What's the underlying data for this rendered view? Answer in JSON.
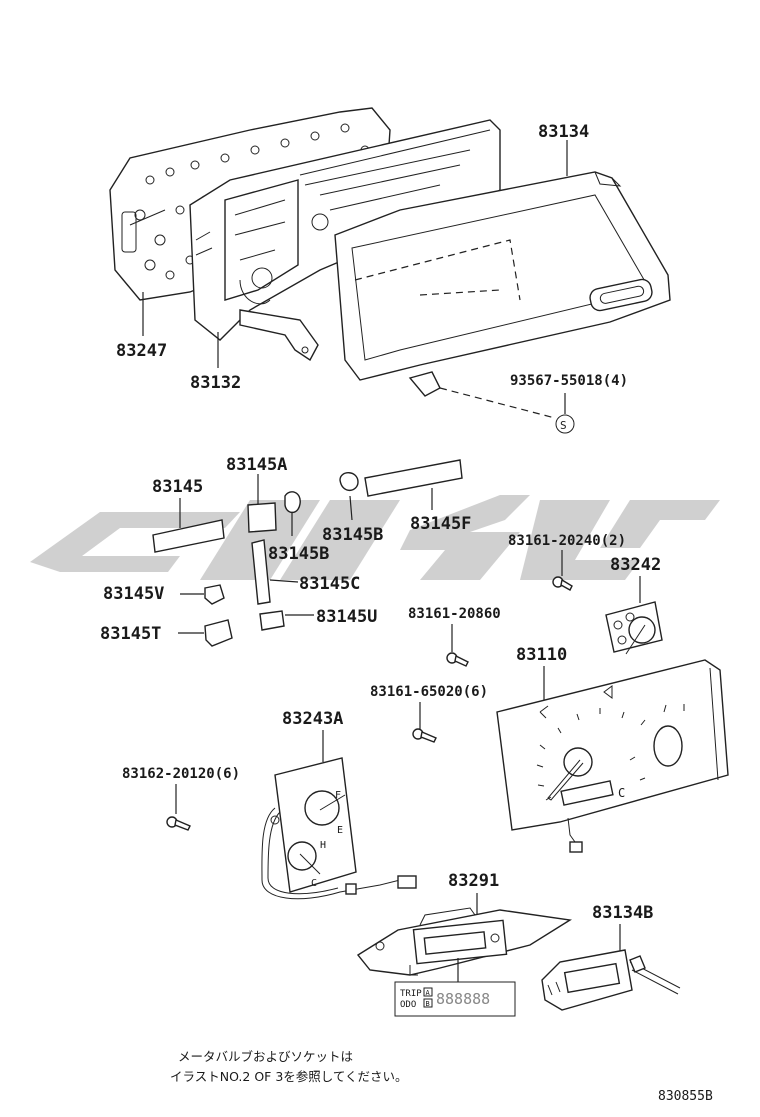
{
  "watermark_color": "#c8c8c8",
  "labels": {
    "p83134": "83134",
    "p83247": "83247",
    "p83132": "83132",
    "p93567": "93567-55018(4)",
    "p83145A": "83145A",
    "p83145": "83145",
    "p83145B_1": "83145B",
    "p83145F": "83145F",
    "p83145B_2": "83145B",
    "p83161_20240": "83161-20240(2)",
    "p83145C": "83145C",
    "p83145V": "83145V",
    "p83242": "83242",
    "p83145U": "83145U",
    "p83145T": "83145T",
    "p83161_20860": "83161-20860",
    "p83110": "83110",
    "p83161_65020": "83161-65020(6)",
    "p83243A": "83243A",
    "p83162_20120": "83162-20120(6)",
    "p83291": "83291",
    "p83134B": "83134B"
  },
  "symbol_s": "S",
  "gauge_marks": {
    "fuel_f": "F",
    "fuel_e": "E",
    "temp_h": "H",
    "temp_c": "C",
    "speedo_c": "C"
  },
  "odometer": {
    "trip": "TRIP",
    "odo": "ODO",
    "a": "A",
    "b": "B",
    "digits": "888888"
  },
  "note_line1": "メータバルブおよびソケットは",
  "note_line2": "イラストNO.2 OF 3を参照してください。",
  "drawing_code": "830855B"
}
